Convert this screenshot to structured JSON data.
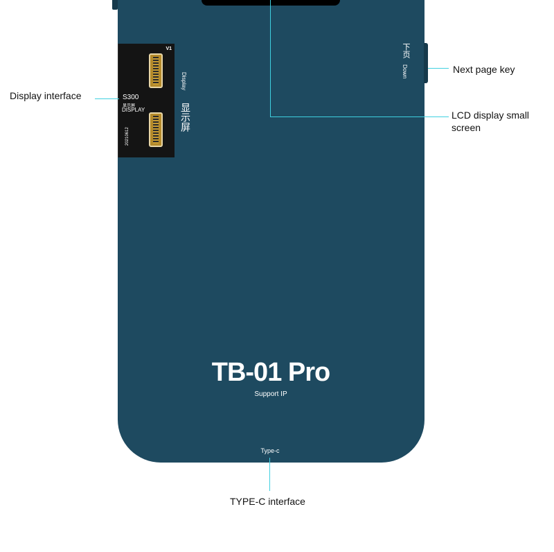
{
  "device": {
    "model": "TB-01 Pro",
    "subtitle": "Support IP",
    "port_label": "Type-c",
    "body_color": "#1e4a60",
    "accent_line_color": "#3fd0e0"
  },
  "board": {
    "version": "V1",
    "model": "S300",
    "cn_label": "显示屏",
    "label": "DISPLAY",
    "date": "20210612"
  },
  "device_markings": {
    "display_cn": "显示屏",
    "display_en": "Display",
    "down_cn": "下页",
    "down_en": "Down"
  },
  "callouts": {
    "display_interface": "Display interface",
    "next_page_key": "Next page key",
    "lcd_display_line1": "LCD display small",
    "lcd_display_line2": "screen",
    "typec_interface": "TYPE-C interface"
  }
}
